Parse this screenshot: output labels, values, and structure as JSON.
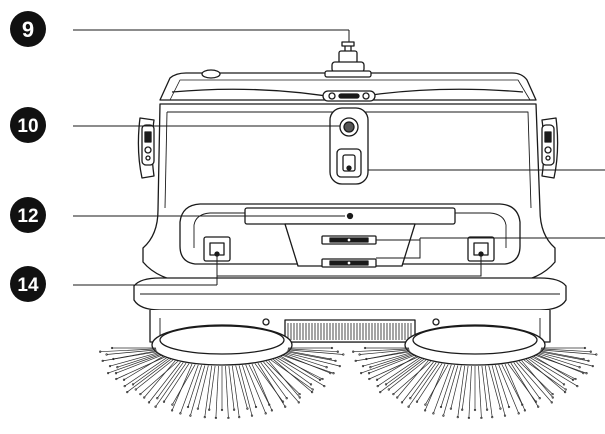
{
  "callouts": [
    {
      "id": "c9",
      "label": "9"
    },
    {
      "id": "c10",
      "label": "10"
    },
    {
      "id": "c12",
      "label": "12"
    },
    {
      "id": "c14",
      "label": "14"
    }
  ],
  "colors": {
    "line": "#1a1a1a",
    "callout_fill": "#111111",
    "callout_text": "#ffffff",
    "background": "#ffffff",
    "brush": "#2a2a2a"
  }
}
